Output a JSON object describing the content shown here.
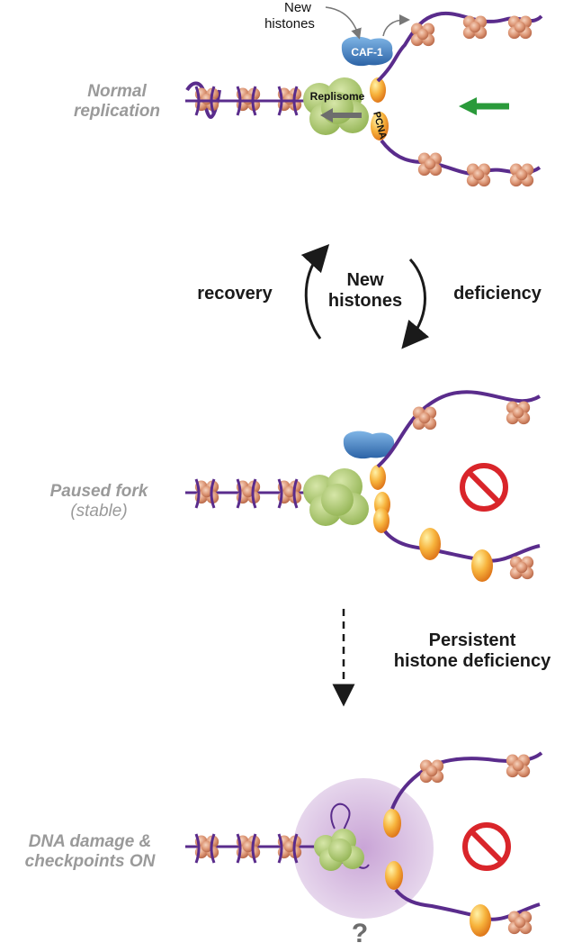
{
  "panel1": {
    "label_line1": "Normal",
    "label_line2": "replication",
    "new_histones_line1": "New",
    "new_histones_line2": "histones",
    "caf1": "CAF-1",
    "replisome": "Replisome",
    "pcna": "PCNA"
  },
  "transition1": {
    "left": "recovery",
    "center_line1": "New",
    "center_line2": "histones",
    "right": "deficiency"
  },
  "panel2": {
    "label_line1": "Paused fork",
    "label_line2": "(stable)"
  },
  "transition2": {
    "line1": "Persistent",
    "line2": "histone deficiency"
  },
  "panel3": {
    "label_line1": "DNA damage &",
    "label_line2": "checkpoints ON",
    "question": "?"
  },
  "colors": {
    "dna": "#5a2c8c",
    "nucleosome": "#d9906a",
    "pcna": "#f0a63a",
    "replisome": "#a9c46b",
    "caf1": "#3a78b8",
    "no_sign": "#d9252a",
    "green_arrow": "#2a9a3a",
    "damage_halo": "#cdb0d8"
  }
}
